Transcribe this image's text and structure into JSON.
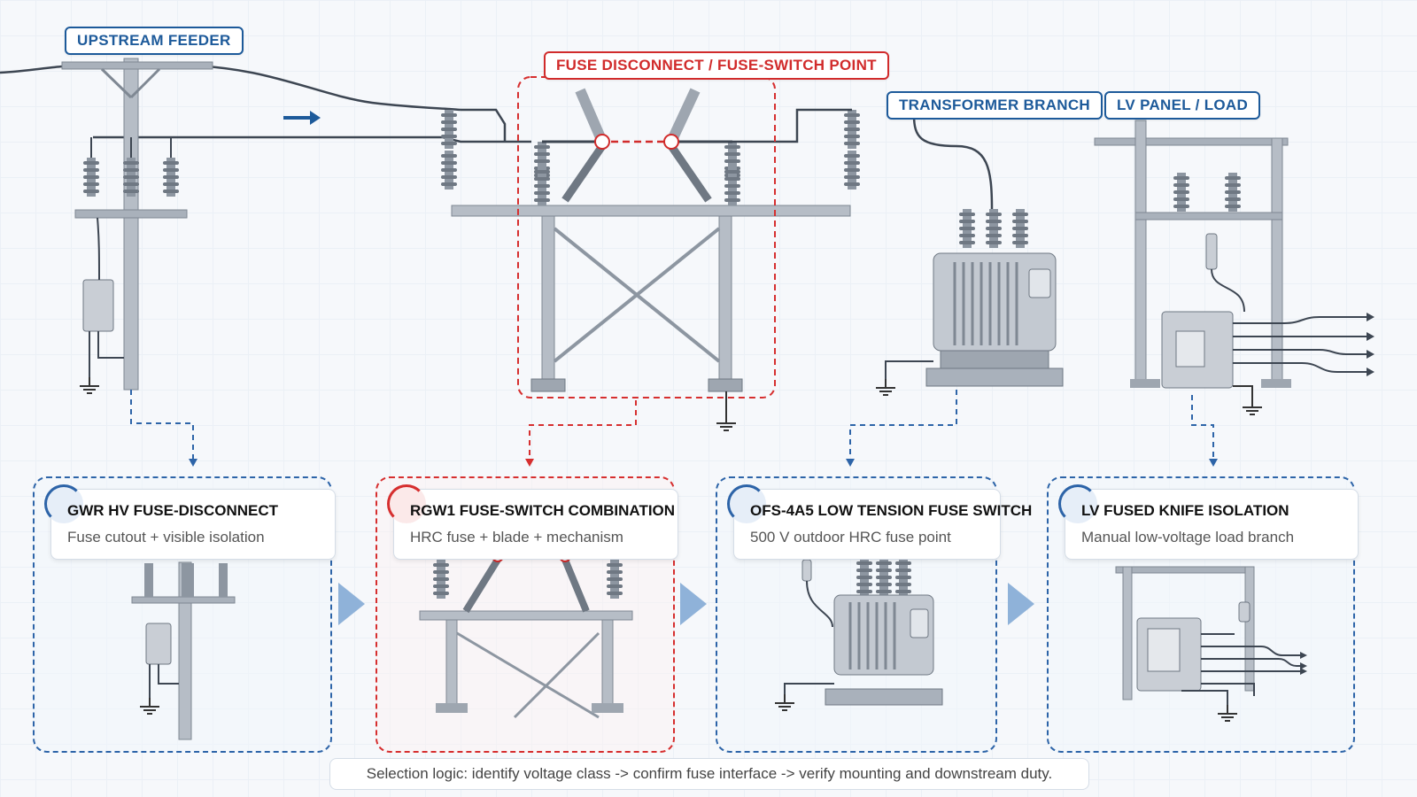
{
  "labels": {
    "upstream_feeder": "UPSTREAM FEEDER",
    "fuse_point": "FUSE DISCONNECT / FUSE-SWITCH POINT",
    "transformer_branch": "TRANSFORMER BRANCH",
    "lv_panel": "LV PANEL / LOAD"
  },
  "cards": [
    {
      "title": "GWR HV FUSE-DISCONNECT",
      "subtitle": "Fuse cutout + visible isolation",
      "accent": "blue"
    },
    {
      "title": "RGW1 FUSE-SWITCH COMBINATION",
      "subtitle": "HRC fuse + blade + mechanism",
      "accent": "red"
    },
    {
      "title": "OFS-4A5 LOW TENSION FUSE SWITCH",
      "subtitle": "500 V outdoor HRC fuse point",
      "accent": "blue"
    },
    {
      "title": "LV FUSED KNIFE ISOLATION",
      "subtitle": "Manual low-voltage load branch",
      "accent": "blue"
    }
  ],
  "footer": "Selection logic: identify voltage class -> confirm fuse interface -> verify mounting and downstream duty.",
  "colors": {
    "blue": "#1d5a9a",
    "red": "#d12b2b",
    "steel": "#a9b1bb",
    "wire": "#3d4652"
  },
  "icons": {
    "flow_arrow": "arrow-right-icon",
    "ground": "ground-icon",
    "step": "chevron-right-icon"
  }
}
